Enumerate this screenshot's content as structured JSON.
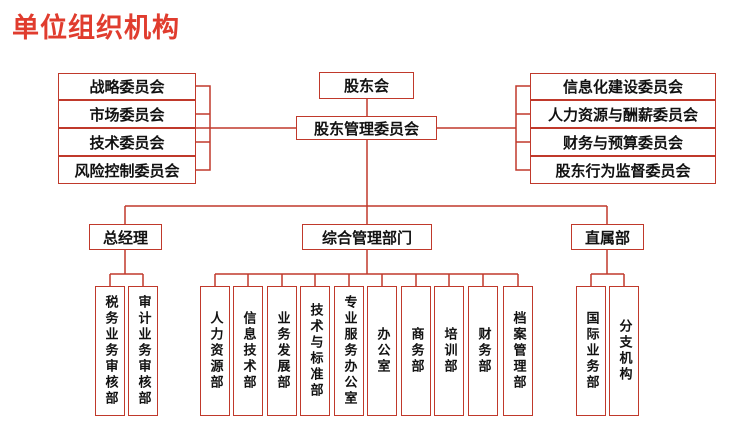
{
  "title": "单位组织机构",
  "colors": {
    "accent": "#c0392b",
    "title": "#e03c2e",
    "line": "#c0392b",
    "text": "#111111"
  },
  "top": {
    "shareholders": "股东会",
    "shareholder_mgmt": "股东管理委员会"
  },
  "left_committees": [
    "战略委员会",
    "市场委员会",
    "技术委员会",
    "风险控制委员会"
  ],
  "right_committees": [
    "信息化建设委员会",
    "人力资源与酬薪委员会",
    "财务与预算委员会",
    "股东行为监督委员会"
  ],
  "branches": {
    "gm": "总经理",
    "admin": "综合管理部门",
    "direct": "直属部"
  },
  "gm_departments": [
    "税务业务审核部",
    "审计业务审核部"
  ],
  "admin_departments": [
    "人力资源部",
    "信息技术部",
    "业务发展部",
    "技术与标准部",
    "专业服务办公室",
    "办公室",
    "商务部",
    "培训部",
    "财务部",
    "档案管理部"
  ],
  "direct_departments": [
    "国际业务部",
    "分支机构"
  ]
}
